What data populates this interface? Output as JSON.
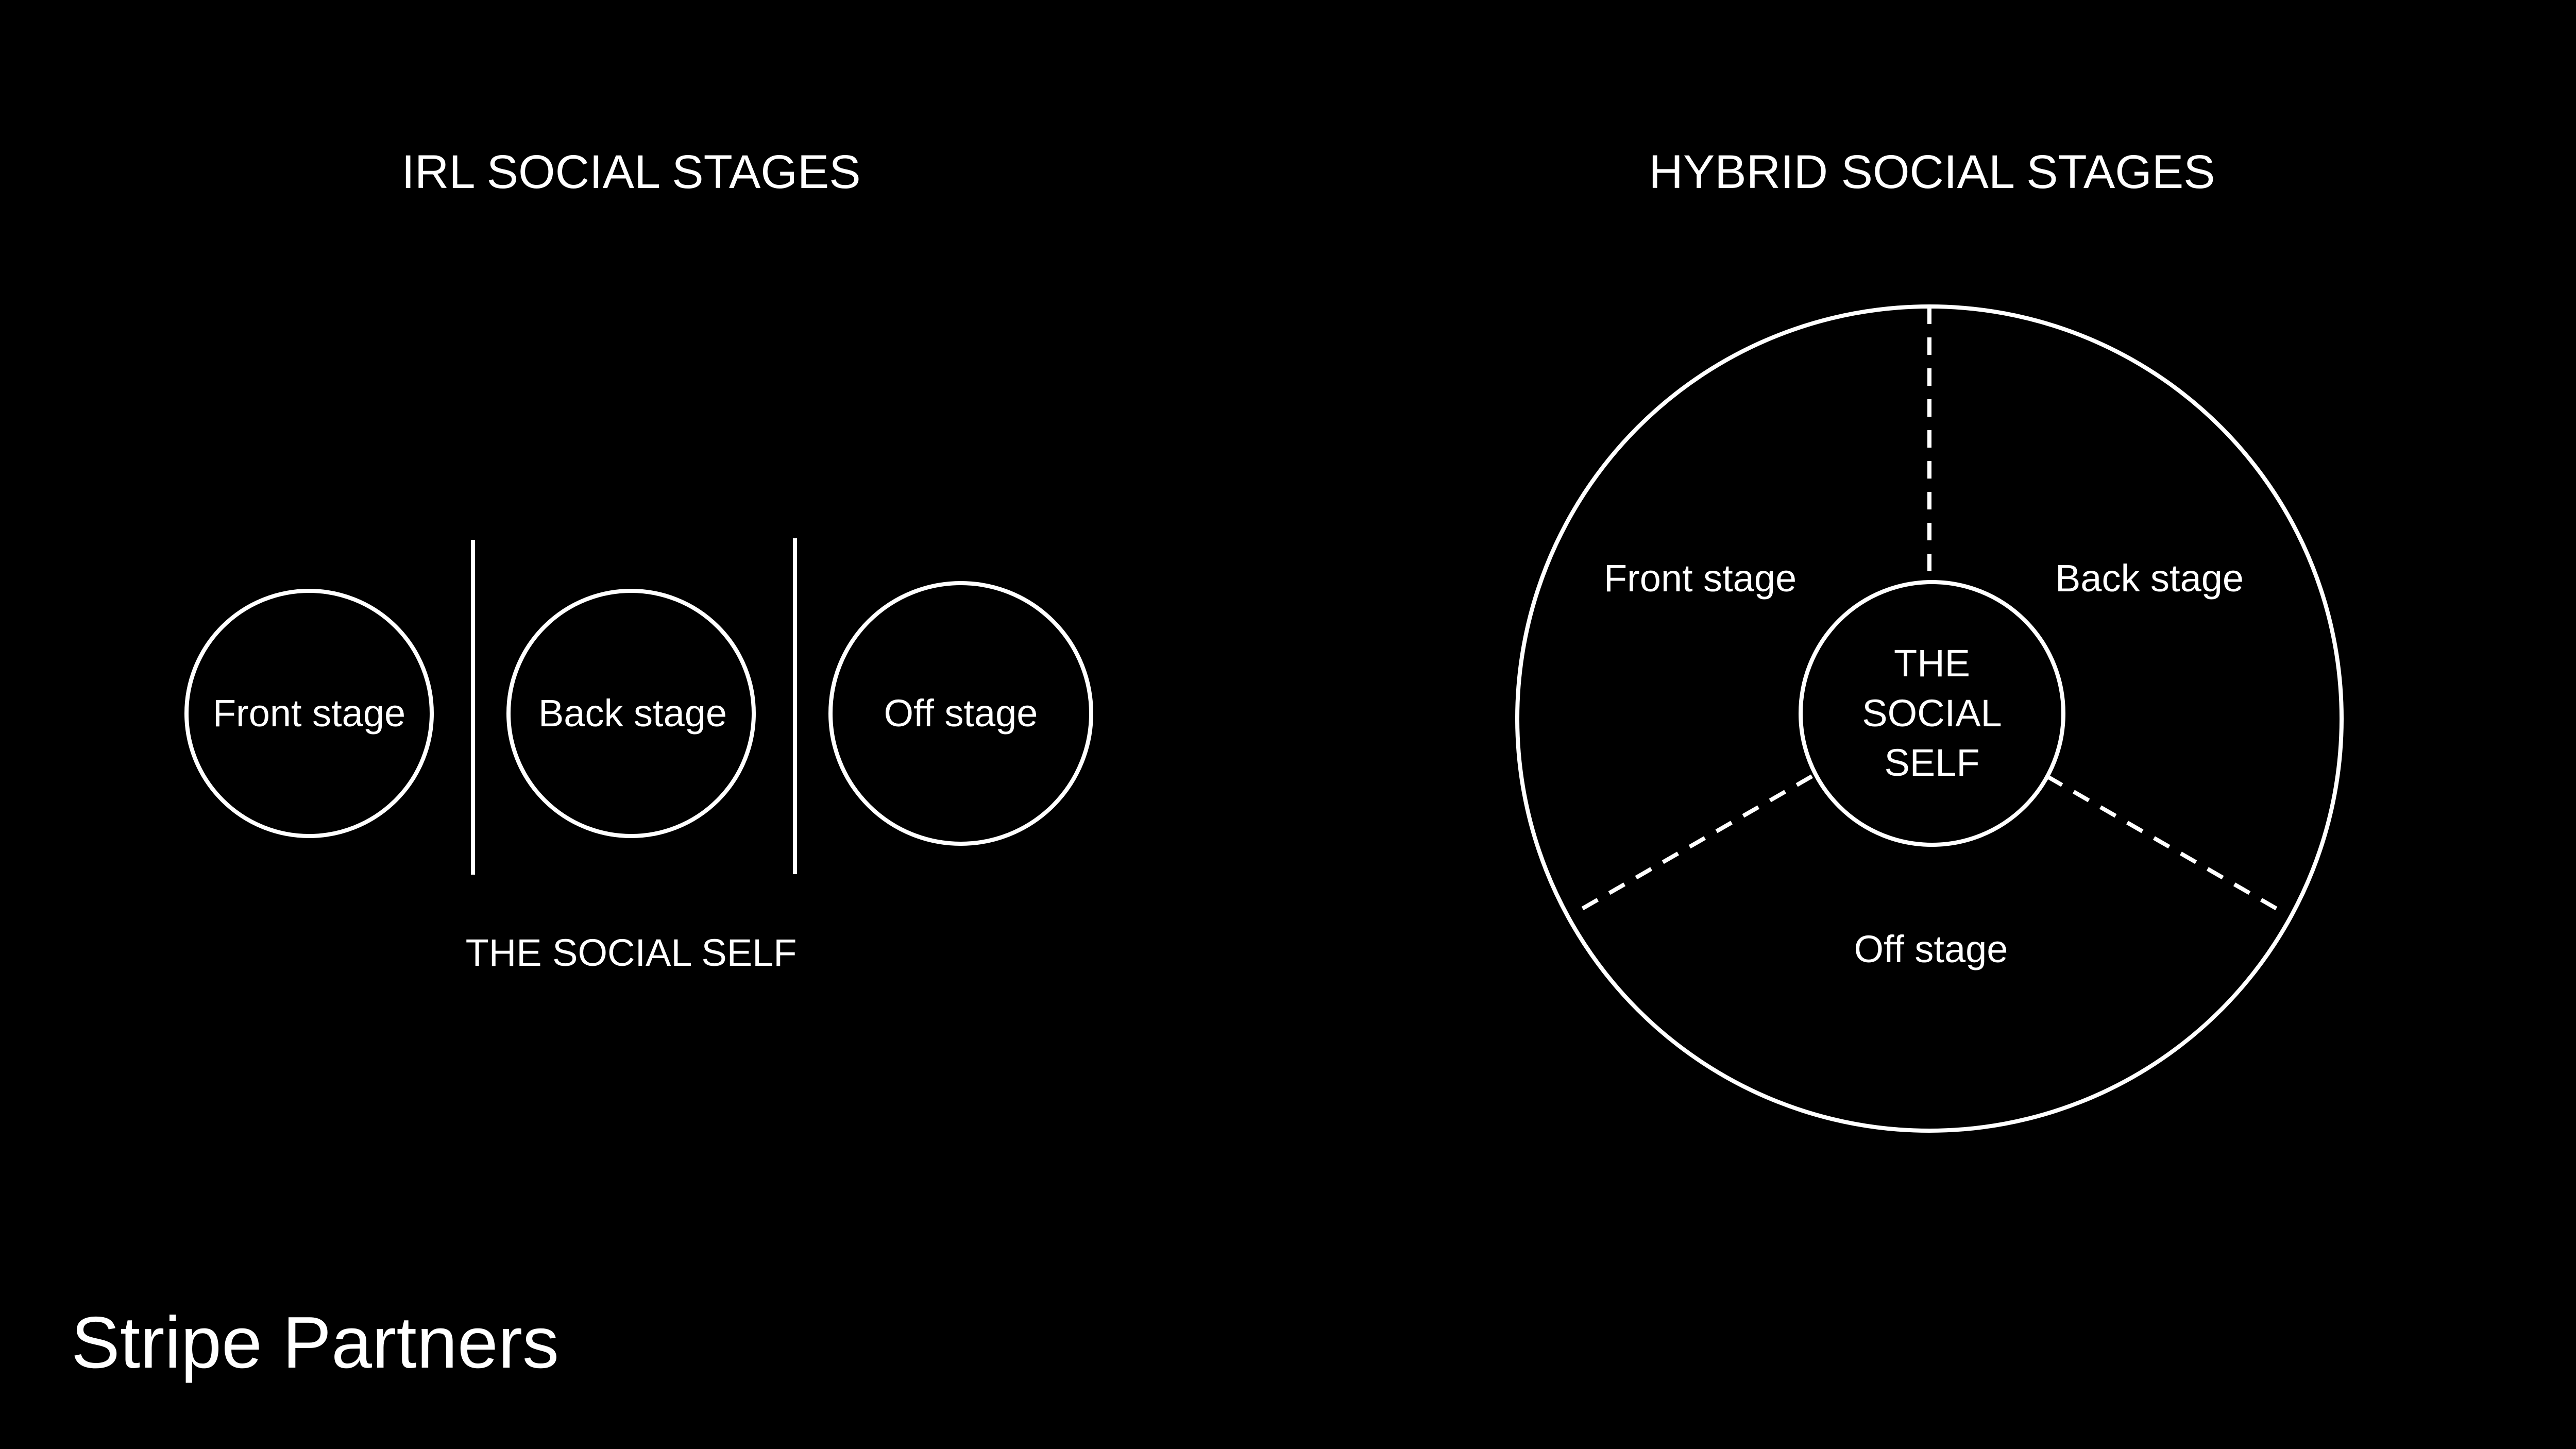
{
  "colors": {
    "background": "#000000",
    "foreground": "#ffffff"
  },
  "irl": {
    "title": "IRL SOCIAL STAGES",
    "stages": [
      "Front stage",
      "Back stage",
      "Off stage"
    ],
    "caption": "THE SOCIAL SELF"
  },
  "hybrid": {
    "title": "HYBRID SOCIAL STAGES",
    "center_lines": [
      "THE",
      "SOCIAL",
      "SELF"
    ],
    "front_label": "Front stage",
    "back_label": "Back stage",
    "off_label": "Off stage"
  },
  "brand": {
    "logo_text": "Stripe Partners"
  }
}
